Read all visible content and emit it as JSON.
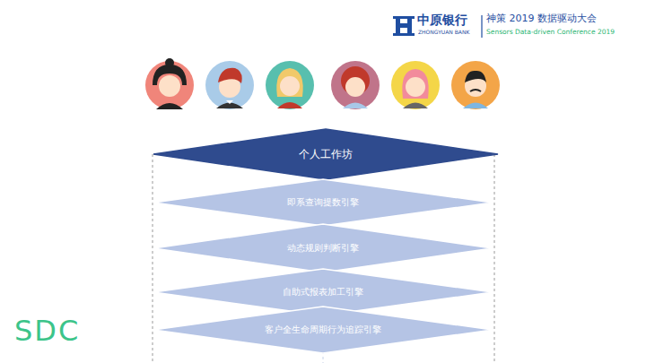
{
  "diagram": {
    "nodes": [
      {
        "text": [
          "个人工作坊"
        ]
      },
      {
        "text": [
          "即系查询提数引擎"
        ]
      },
      {
        "text": [
          "动态规则判断引擎"
        ]
      },
      {
        "text": [
          "自助式报表加工引擎"
        ]
      },
      {
        "text": [
          "客户全生命周期行为追踪引擎"
        ]
      }
    ],
    "labels": [
      "中原银行",
      "ZHONGYUAN BANK",
      "神策 2019 数据驱动大会",
      "Sensors Data-driven Conference 2019",
      "SDC"
    ]
  }
}
